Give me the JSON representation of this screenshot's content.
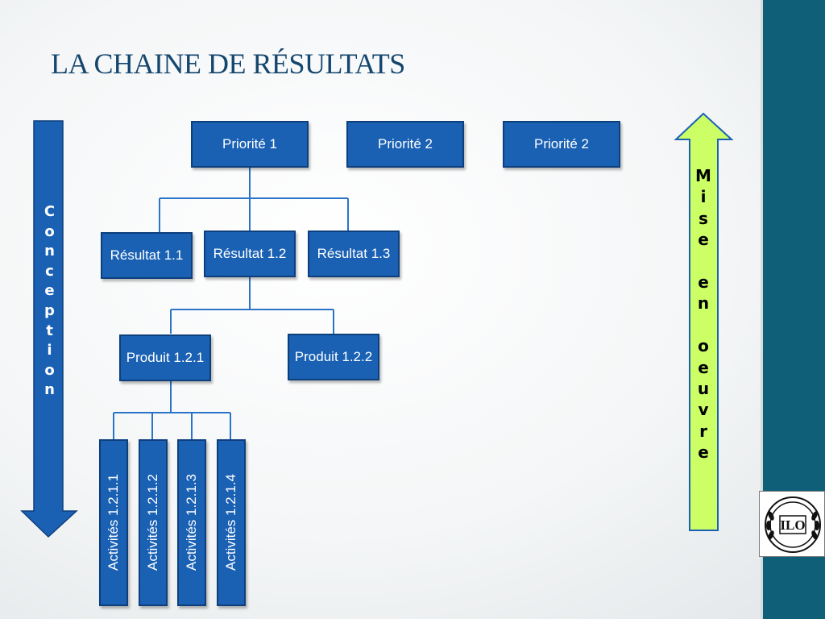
{
  "slide": {
    "title": "LA CHAINE DE RÉSULTATS"
  },
  "colors": {
    "box_fill": "#1a61b4",
    "box_border": "#0e3f7d",
    "connector": "#2b74c8",
    "conception_arrow": "#1a61b4",
    "mise_arrow": "#ccff66",
    "sidebar": "#0f5f78",
    "title": "#14466e"
  },
  "left_arrow": {
    "label": "Conception",
    "letters": [
      "C",
      "o",
      "n",
      "c",
      "e",
      "p",
      "t",
      "i",
      "o",
      "n"
    ],
    "direction": "down"
  },
  "right_arrow": {
    "label": "Mise en oeuvre",
    "letters": [
      "M",
      "i",
      "s",
      "e",
      "",
      "e",
      "n",
      "",
      "o",
      "e",
      "u",
      "v",
      "r",
      "e"
    ],
    "direction": "up"
  },
  "priorities": [
    {
      "label": "Priorité 1"
    },
    {
      "label": "Priorité 2"
    },
    {
      "label": "Priorité 2"
    }
  ],
  "results": [
    {
      "label": "Résultat 1.1"
    },
    {
      "label": "Résultat 1.2"
    },
    {
      "label": "Résultat 1.3"
    }
  ],
  "products": [
    {
      "label": "Produit 1.2.1"
    },
    {
      "label": "Produit 1.2.2"
    }
  ],
  "activities": [
    {
      "label": "Activités 1.2.1.1"
    },
    {
      "label": "Activités 1.2.1.2"
    },
    {
      "label": "Activités 1.2.1.3"
    },
    {
      "label": "Activités 1.2.1.4"
    }
  ],
  "logo": {
    "text": "ILO",
    "icon": "ilo-logo-icon"
  }
}
